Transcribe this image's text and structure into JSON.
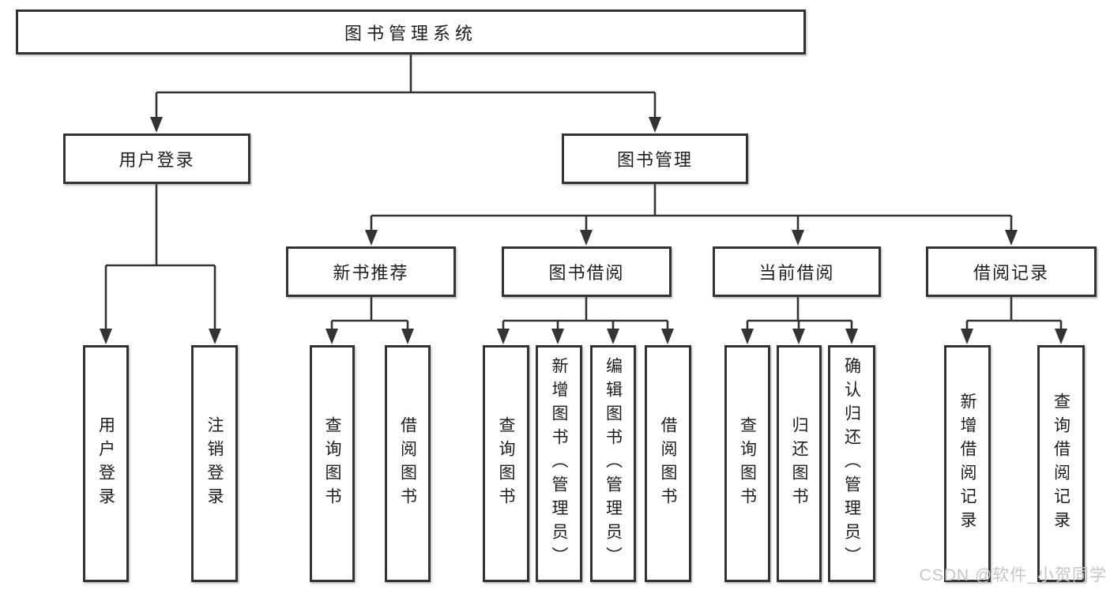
{
  "colors": {
    "line": "#333333",
    "box_border": "#333333",
    "text": "#1d1d1d",
    "watermark": "#c6c6c6",
    "background": "#ffffff"
  },
  "watermark": {
    "text": "CSDN @软件_小贺同学"
  },
  "tree": {
    "root": "图书管理系统",
    "children": [
      {
        "label": "用户登录",
        "children": [
          {
            "label": "用户登录"
          },
          {
            "label": "注销登录"
          }
        ]
      },
      {
        "label": "图书管理",
        "children": [
          {
            "label": "新书推荐",
            "children": [
              {
                "label": "查询图书"
              },
              {
                "label": "借阅图书"
              }
            ]
          },
          {
            "label": "图书借阅",
            "children": [
              {
                "label": "查询图书"
              },
              {
                "label": "新增图书（管理员）"
              },
              {
                "label": "编辑图书（管理员）"
              },
              {
                "label": "借阅图书"
              }
            ]
          },
          {
            "label": "当前借阅",
            "children": [
              {
                "label": "查询图书"
              },
              {
                "label": "归还图书"
              },
              {
                "label": "确认归还（管理员）"
              }
            ]
          },
          {
            "label": "借阅记录",
            "children": [
              {
                "label": "新增借阅记录"
              },
              {
                "label": "查询借阅记录"
              }
            ]
          }
        ]
      }
    ]
  }
}
